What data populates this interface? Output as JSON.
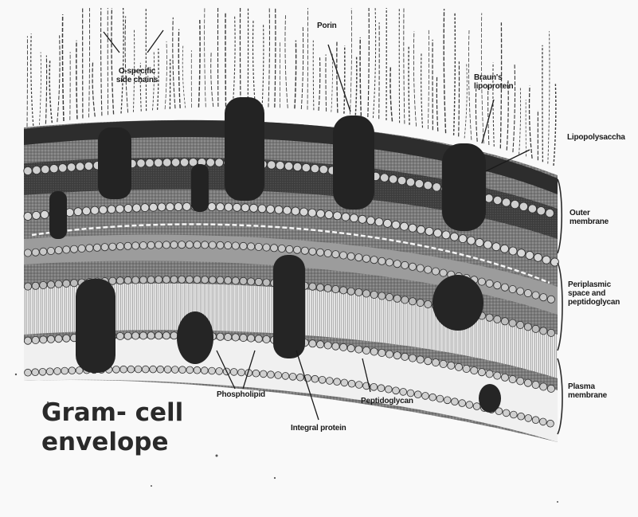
{
  "figure": {
    "caption_line1": "Gram- cell",
    "caption_line2": "envelope"
  },
  "labels": {
    "o_specific": [
      "O-specific",
      "side chains"
    ],
    "porin": "Porin",
    "braun": [
      "Braun's",
      "lipoprotein"
    ],
    "lps": "Lipopolysaccha",
    "outer_membrane": [
      "Outer",
      "membrane"
    ],
    "periplasmic": [
      "Periplasmic",
      "space and",
      "peptidoglycan"
    ],
    "plasma_membrane": [
      "Plasma",
      "membrane"
    ],
    "phospholipid": "Phospholipid",
    "integral_protein": "Integral protein",
    "peptidoglycan": "Peptidoglycan"
  },
  "colors": {
    "ink": "#1a1a1a",
    "protein": "#262626",
    "membrane_shade": "#6a6a6a",
    "paper": "#f9f9f9"
  }
}
